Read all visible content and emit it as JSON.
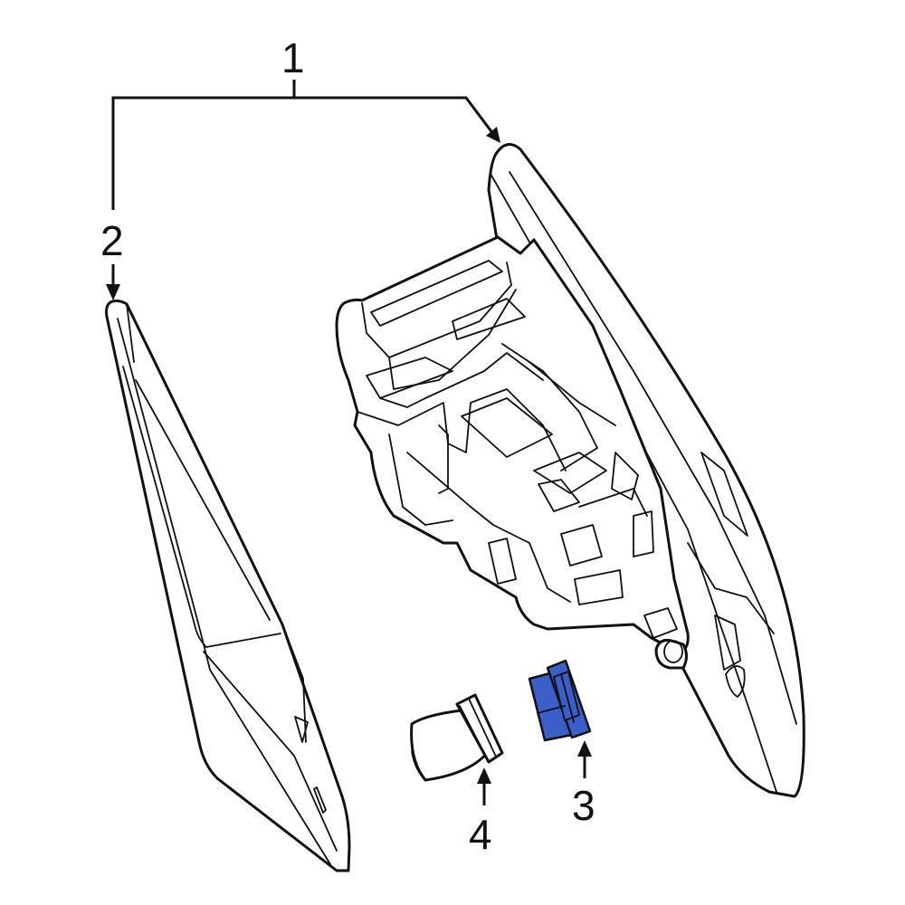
{
  "callouts": {
    "c1": "1",
    "c2": "2",
    "c3": "3",
    "c4": "4"
  },
  "colors": {
    "highlight": "#3a5fc8",
    "line": "#111111",
    "background": "#ffffff"
  }
}
